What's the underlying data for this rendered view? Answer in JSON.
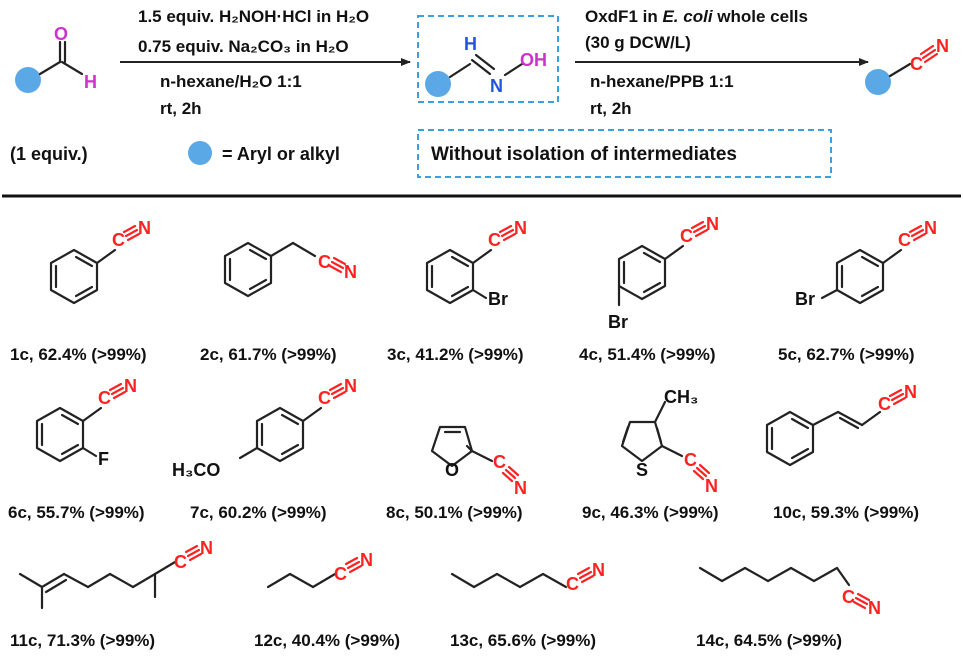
{
  "colors": {
    "nitrile": "#ff2222",
    "aldehyde_o": "#cc33cc",
    "oxime_n": "#2255dd",
    "r_group": "#5aa9e6",
    "box": "#3aa0e0",
    "text": "#111111"
  },
  "scheme": {
    "step1": {
      "line1": "1.5 equiv. H₂NOH·HCl in H₂O",
      "line2": "0.75 equiv. Na₂CO₃ in H₂O",
      "line3": "n-hexane/H₂O 1:1",
      "line4": "rt, 2h"
    },
    "step2": {
      "line1_a": "OxdF1 in ",
      "line1_b": "E. coli",
      "line1_c": " whole cells",
      "line2": "(30 g DCW/L)",
      "line3": "n-hexane/PPB 1:1",
      "line4": "rt, 2h"
    },
    "equiv_label": "(1 equiv.)",
    "legend": "= Aryl or alkyl",
    "isolation_note": "Without isolation of intermediates"
  },
  "atoms": {
    "O": "O",
    "H": "H",
    "N": "N",
    "OH": "OH",
    "C": "C",
    "Br": "Br",
    "F": "F",
    "S": "S",
    "CH3": "CH₃",
    "H3CO": "H₃CO"
  },
  "products": [
    {
      "label": "1c, 62.4% (>99%)"
    },
    {
      "label": "2c, 61.7% (>99%)"
    },
    {
      "label": "3c, 41.2% (>99%)"
    },
    {
      "label": "4c, 51.4% (>99%)"
    },
    {
      "label": "5c, 62.7% (>99%)"
    },
    {
      "label": "6c, 55.7% (>99%)"
    },
    {
      "label": "7c, 60.2% (>99%)"
    },
    {
      "label": "8c, 50.1% (>99%)"
    },
    {
      "label": "9c, 46.3% (>99%)"
    },
    {
      "label": "10c, 59.3% (>99%)"
    },
    {
      "label": "11c, 71.3% (>99%)"
    },
    {
      "label": "12c, 40.4% (>99%)"
    },
    {
      "label": "13c, 65.6% (>99%)"
    },
    {
      "label": "14c, 64.5% (>99%)"
    }
  ]
}
